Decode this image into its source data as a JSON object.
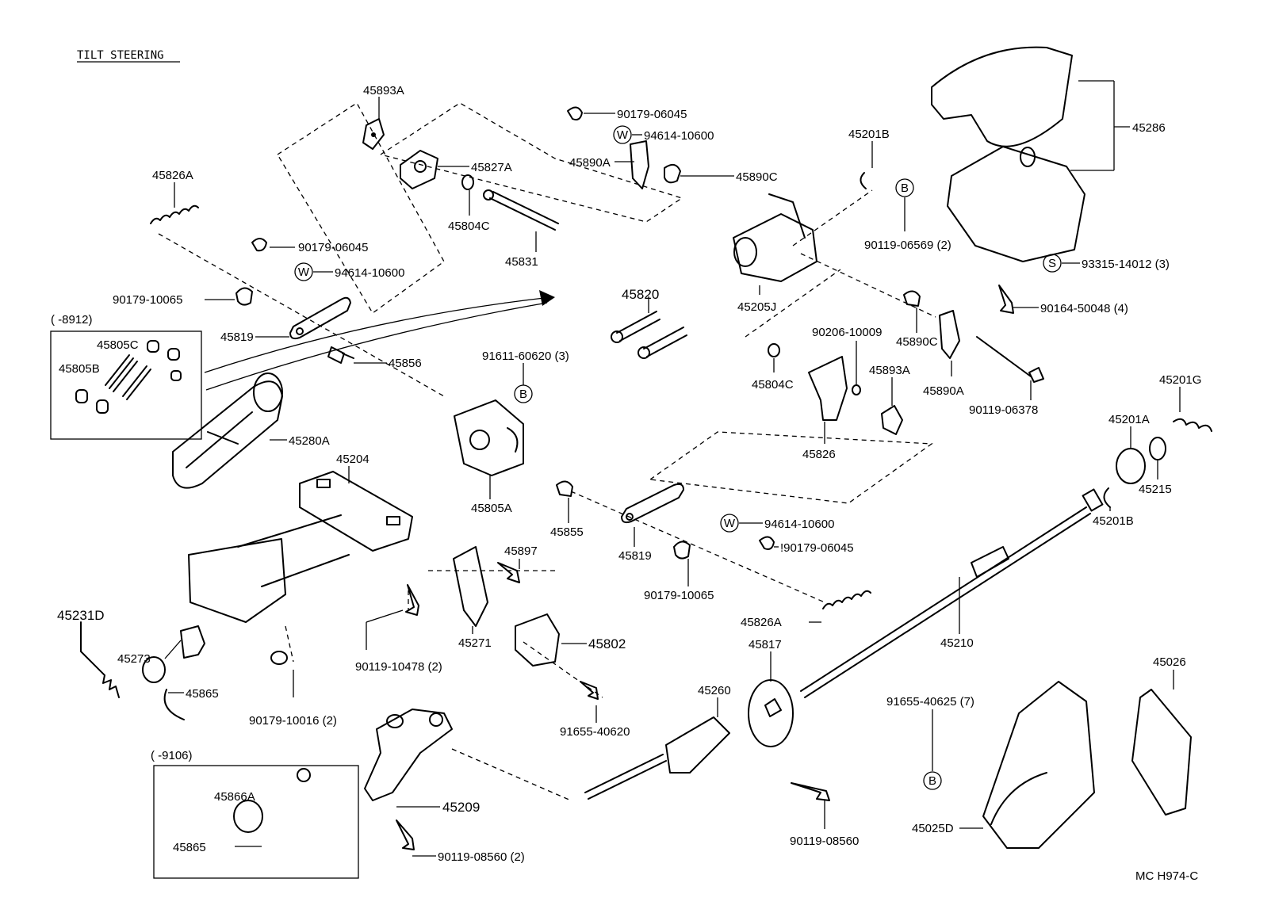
{
  "title": "TILT STEERING",
  "drawing_code": "MC H974-C",
  "range_boxes": {
    "upper_left": "(      -8912)",
    "lower_left": "(      -9106)"
  },
  "badge_letters": {
    "washer": "W",
    "bolt": "B",
    "screw": "S"
  },
  "labels": {
    "l45893A_top": "45893A",
    "l45827A": "45827A",
    "l45826A_top": "45826A",
    "l45804C_top": "45804C",
    "l45831": "45831",
    "l90179_06045_a": "90179-06045",
    "l94614_10600_a": "94614-10600",
    "l90179_10065_a": "90179-10065",
    "l45805C": "45805C",
    "l45805B": "45805B",
    "l45819_a": "45819",
    "l45856": "45856",
    "l45280A": "45280A",
    "l45204": "45204",
    "l45231D": "45231D",
    "l45273": "45273",
    "l45865_a": "45865",
    "l90119_10478": "90119-10478 (2)",
    "l90179_10016": "90179-10016 (2)",
    "l45866A": "45866A",
    "l45865_b": "45865",
    "l45209": "45209",
    "l90119_08560_a": "90119-08560 (2)",
    "l90179_06045_b": "90179-06045",
    "l94614_10600_b": "94614-10600",
    "l45890A_top": "45890A",
    "l45890C_top": "45890C",
    "l45820": "45820",
    "l91611_60620": "91611-60620 (3)",
    "l45805A": "45805A",
    "l45855": "45855",
    "l45897": "45897",
    "l45271": "45271",
    "l45802": "45802",
    "l91655_40620": "91655-40620",
    "l45819_b": "45819",
    "l90179_10065_b": "90179-10065",
    "l94614_10600_c": "94614-10600",
    "l90179_06045_c": "!90179-06045",
    "l45826A_bottom": "45826A",
    "l45817": "45817",
    "l45260": "45260",
    "l90119_08560_b": "90119-08560",
    "l45201B_top": "45201B",
    "l90119_06569": "90119-06569 (2)",
    "l45205J": "45205J",
    "l90206_10009": "90206-10009",
    "l45804C_mid": "45804C",
    "l45826": "45826",
    "l45893A_mid": "45893A",
    "l45890C_mid": "45890C",
    "l45890A_mid": "45890A",
    "l90119_06378": "90119-06378",
    "l45286": "45286",
    "l93315_14012": "93315-14012 (3)",
    "l90164_50048": "90164-50048 (4)",
    "l45201G": "45201G",
    "l45201A": "45201A",
    "l45215": "45215",
    "l45201B_bottom": "45201B",
    "l45210": "45210",
    "l91655_40625": "91655-40625 (7)",
    "l45025D": "45025D",
    "l45026": "45026"
  }
}
